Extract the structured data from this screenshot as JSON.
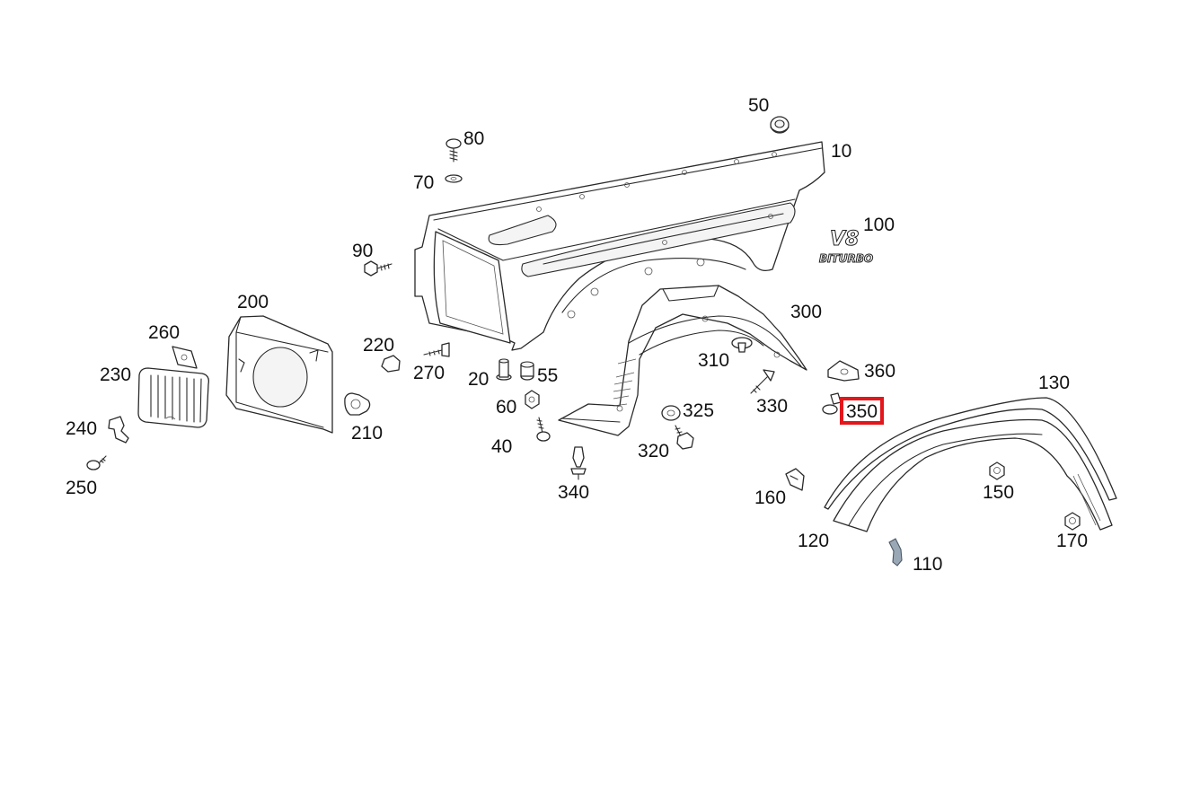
{
  "callouts": [
    {
      "id": "10",
      "text": "10"
    },
    {
      "id": "20",
      "text": "20"
    },
    {
      "id": "40",
      "text": "40"
    },
    {
      "id": "50",
      "text": "50"
    },
    {
      "id": "55",
      "text": "55"
    },
    {
      "id": "60",
      "text": "60"
    },
    {
      "id": "70",
      "text": "70"
    },
    {
      "id": "80",
      "text": "80"
    },
    {
      "id": "90",
      "text": "90"
    },
    {
      "id": "100",
      "text": "100"
    },
    {
      "id": "110",
      "text": "110"
    },
    {
      "id": "120",
      "text": "120"
    },
    {
      "id": "130",
      "text": "130"
    },
    {
      "id": "150",
      "text": "150"
    },
    {
      "id": "160",
      "text": "160"
    },
    {
      "id": "170",
      "text": "170"
    },
    {
      "id": "200",
      "text": "200"
    },
    {
      "id": "210",
      "text": "210"
    },
    {
      "id": "220",
      "text": "220"
    },
    {
      "id": "230",
      "text": "230"
    },
    {
      "id": "240",
      "text": "240"
    },
    {
      "id": "250",
      "text": "250"
    },
    {
      "id": "260",
      "text": "260"
    },
    {
      "id": "270",
      "text": "270"
    },
    {
      "id": "300",
      "text": "300"
    },
    {
      "id": "310",
      "text": "310"
    },
    {
      "id": "320",
      "text": "320"
    },
    {
      "id": "325",
      "text": "325"
    },
    {
      "id": "330",
      "text": "330"
    },
    {
      "id": "340",
      "text": "340"
    },
    {
      "id": "350",
      "text": "350"
    },
    {
      "id": "360",
      "text": "360"
    }
  ],
  "selected_callout": "350",
  "emblem": {
    "line1": "V8",
    "line2": "BITURBO"
  },
  "colors": {
    "highlight": "#e3171b",
    "ink": "#111111",
    "clip_part": "#9aa7b4"
  }
}
